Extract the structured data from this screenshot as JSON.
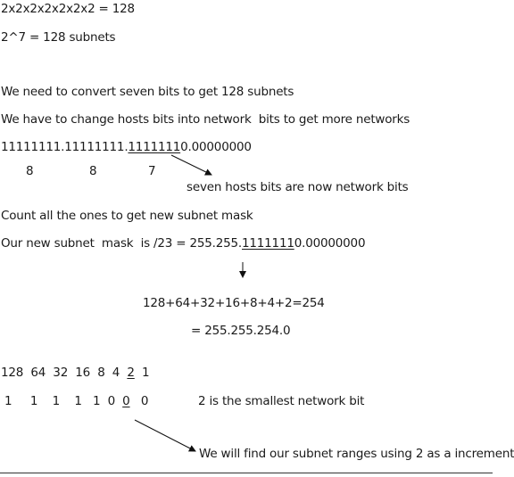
{
  "lines": {
    "power_expansion": "2x2x2x2x2x2x2 = 128",
    "power_result": "2^7 = 128 subnets",
    "convert_bits": "We need to convert seven bits to get 128 subnets",
    "change_bits": "We have to change hosts bits into network  bits to get more networks",
    "mask_binary": {
      "prefix": "11111111.11111111.",
      "underlined": "1111111",
      "suffix": "0.00000000"
    },
    "octet_counts": [
      "8",
      "8",
      "7"
    ],
    "hosts_note": "seven hosts bits are now network bits",
    "count_ones": "Count all the ones to get new subnet mask",
    "new_mask": {
      "prefix": "Our new subnet  mask  is /23 = 255.255.",
      "underlined": "1111111",
      "suffix": "0.00000000"
    },
    "sum_expression": "128+64+32+16+8+4+2=254",
    "decimal_mask": "= 255.255.254.0",
    "bit_values": {
      "before": "128  64  32  16  8  4  ",
      "underlined": "2",
      "after": "  1"
    },
    "bit_flags": {
      "before": "1     1    1    1   1  0  ",
      "underlined": "0",
      "after": "   0"
    },
    "smallest_bit_note": "2 is the smallest network bit",
    "increment_note": "We will find our subnet ranges using 2 as a increment"
  }
}
